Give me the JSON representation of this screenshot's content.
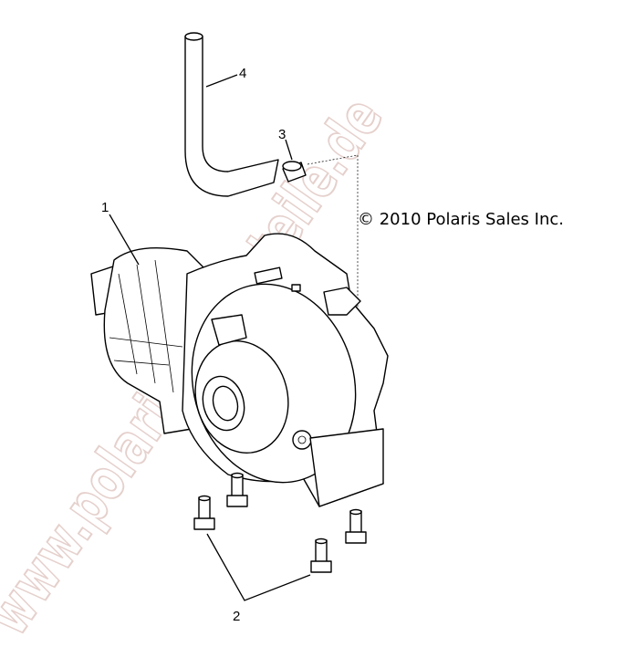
{
  "diagram": {
    "copyright": "© 2010 Polaris Sales Inc.",
    "watermark": "www.polarisersatzteile.de",
    "callouts": [
      {
        "number": "1",
        "part": "gearcase"
      },
      {
        "number": "2",
        "part": "bolts"
      },
      {
        "number": "3",
        "part": "clamp"
      },
      {
        "number": "4",
        "part": "vent-hose"
      }
    ]
  }
}
